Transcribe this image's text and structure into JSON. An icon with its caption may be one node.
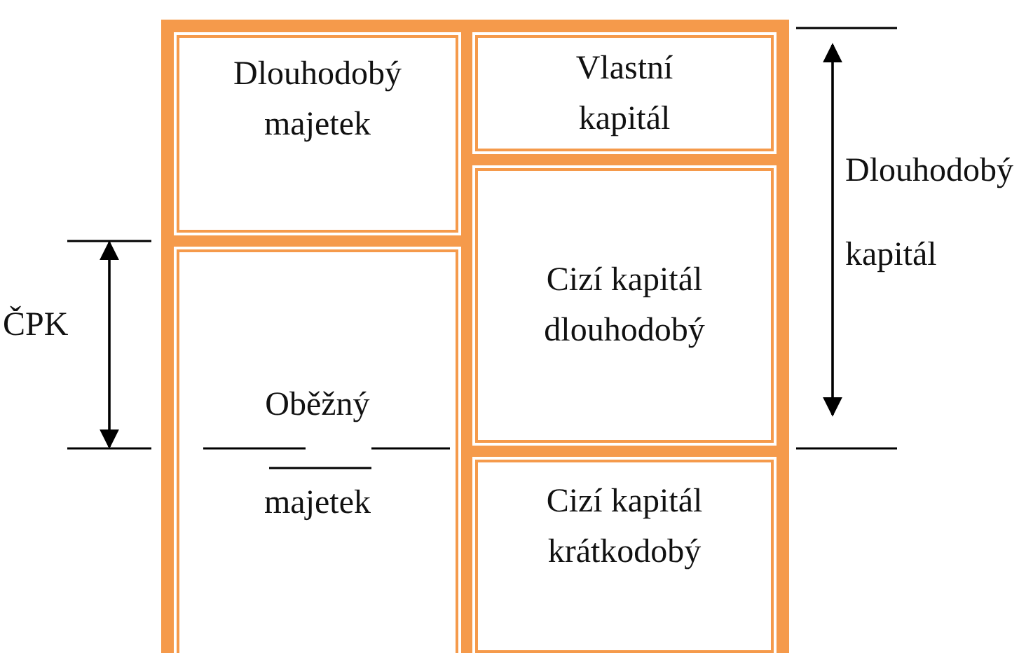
{
  "diagram": {
    "nodes": [
      {
        "text": [],
        "shape": "box"
      },
      {
        "text": [
          "Dlouhodobý majetek"
        ],
        "in": 0
      },
      {
        "text": [
          "Oběžný majetek"
        ],
        "in": 0
      },
      {
        "text": [
          "Vlastní kapitál"
        ],
        "in": 0
      },
      {
        "text": [
          "Cizí kapitál dlouhodobý"
        ],
        "in": 0
      },
      {
        "text": [
          "Cizí kapitál krátkodobý"
        ],
        "in": 0
      }
    ],
    "edges": [],
    "labels": [
      "ČPK",
      "Dlouhodobý kapitál"
    ]
  }
}
